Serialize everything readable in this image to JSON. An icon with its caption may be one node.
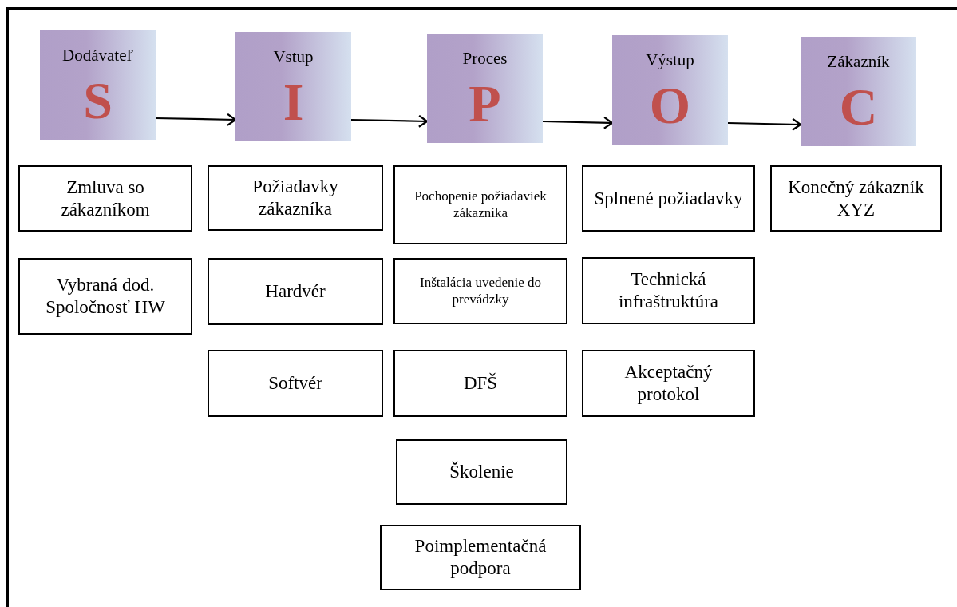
{
  "diagram": {
    "nodes": [
      {
        "text": [
          "Dodávateľ",
          "S"
        ]
      },
      {
        "text": [
          "Vstup",
          "I"
        ]
      },
      {
        "text": [
          "Proces",
          "P"
        ]
      },
      {
        "text": [
          "Výstup",
          "O"
        ]
      },
      {
        "text": [
          "Zákazník",
          "C"
        ]
      },
      {
        "text": [
          "Zmluva so zákazníkom"
        ]
      },
      {
        "text": [
          "Požiadavky zákazníka"
        ]
      },
      {
        "text": [
          "Pochopenie požiadaviek zákazníka"
        ]
      },
      {
        "text": [
          "Splnené požiadavky"
        ]
      },
      {
        "text": [
          "Konečný zákazník XYZ"
        ]
      },
      {
        "text": [
          "Vybraná dod. Spoločnosť HW"
        ]
      },
      {
        "text": [
          "Hardvér"
        ]
      },
      {
        "text": [
          "Inštalácia uvedenie do prevádzky"
        ]
      },
      {
        "text": [
          "Technická infraštruktúra"
        ]
      },
      {
        "text": [
          "Softvér"
        ]
      },
      {
        "text": [
          "DFŠ"
        ]
      },
      {
        "text": [
          "Akceptačný protokol"
        ]
      },
      {
        "text": [
          "Školenie"
        ]
      },
      {
        "text": [
          "Poimplementačná podpora"
        ]
      }
    ],
    "edges": [
      {
        "from": 0,
        "to": 1,
        "arrow": "to"
      },
      {
        "from": 1,
        "to": 2,
        "arrow": "to"
      },
      {
        "from": 2,
        "to": 3,
        "arrow": "to"
      },
      {
        "from": 3,
        "to": 4,
        "arrow": "to"
      }
    ]
  }
}
